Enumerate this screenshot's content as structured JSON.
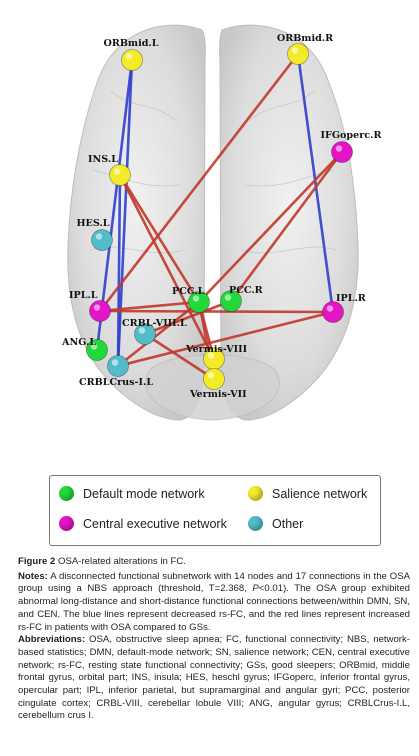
{
  "colors": {
    "default_mode": "#22d93a",
    "salience": "#f3ea2a",
    "central_executive": "#e414c8",
    "other": "#52bdc9",
    "increased": "#c0392b",
    "decreased": "#2f3fcf"
  },
  "nodes": [
    {
      "id": "ORBmid.L",
      "label": "ORBmid.L",
      "network": "salience"
    },
    {
      "id": "ORBmid.R",
      "label": "ORBmid.R",
      "network": "salience"
    },
    {
      "id": "IFGoperc.R",
      "label": "IFGoperc.R",
      "network": "central_executive"
    },
    {
      "id": "INS.L",
      "label": "INS.L",
      "network": "salience"
    },
    {
      "id": "HES.L",
      "label": "HES.L",
      "network": "other"
    },
    {
      "id": "IPL.L",
      "label": "IPL.L",
      "network": "central_executive"
    },
    {
      "id": "PCC.L",
      "label": "PCC.L",
      "network": "default_mode"
    },
    {
      "id": "PCC.R",
      "label": "PCC.R",
      "network": "default_mode"
    },
    {
      "id": "IPL.R",
      "label": "IPL.R",
      "network": "central_executive"
    },
    {
      "id": "CRBL-VIII.L",
      "label": "CRBL-VIII.L",
      "network": "other"
    },
    {
      "id": "ANG.L",
      "label": "ANG.L",
      "network": "default_mode"
    },
    {
      "id": "Vermis-VIII",
      "label": "Vermis-VIII",
      "network": "salience"
    },
    {
      "id": "CRBLCrus-I.L",
      "label": "CRBLCrus-I.L",
      "network": "other"
    },
    {
      "id": "Vermis-VII",
      "label": "Vermis-VII",
      "network": "salience"
    }
  ],
  "edges": [
    {
      "from": "ORBmid.L",
      "to": "CRBLCrus-I.L",
      "type": "decreased"
    },
    {
      "from": "ORBmid.L",
      "to": "ANG.L",
      "type": "decreased"
    },
    {
      "from": "ORBmid.R",
      "to": "IPL.R",
      "type": "decreased"
    },
    {
      "from": "INS.L",
      "to": "CRBLCrus-I.L",
      "type": "decreased"
    },
    {
      "from": "ORBmid.R",
      "to": "IPL.L",
      "type": "increased"
    },
    {
      "from": "INS.L",
      "to": "PCC.L",
      "type": "increased"
    },
    {
      "from": "INS.L",
      "to": "Vermis-VIII",
      "type": "increased"
    },
    {
      "from": "IFGoperc.R",
      "to": "PCC.L",
      "type": "increased"
    },
    {
      "from": "IFGoperc.R",
      "to": "PCC.R",
      "type": "increased"
    },
    {
      "from": "IPL.L",
      "to": "PCC.L",
      "type": "increased"
    },
    {
      "from": "IPL.L",
      "to": "IPL.R",
      "type": "increased"
    },
    {
      "from": "PCC.L",
      "to": "Vermis-VIII",
      "type": "increased"
    },
    {
      "from": "PCC.L",
      "to": "CRBLCrus-I.L",
      "type": "increased"
    },
    {
      "from": "CRBL-VIII.L",
      "to": "PCC.R",
      "type": "increased"
    },
    {
      "from": "CRBLCrus-I.L",
      "to": "IPL.R",
      "type": "increased"
    },
    {
      "from": "CRBL-VIII.L",
      "to": "Vermis-VII",
      "type": "increased"
    },
    {
      "from": "PCC.L",
      "to": "Vermis-VII",
      "type": "increased"
    }
  ],
  "legend": [
    {
      "label": "Default mode network",
      "network": "default_mode"
    },
    {
      "label": "Salience network",
      "network": "salience"
    },
    {
      "label": "Central executive network",
      "network": "central_executive"
    },
    {
      "label": "Other",
      "network": "other"
    }
  ],
  "caption": {
    "figure_label": "Figure 2",
    "title": "OSA-related alterations in FC.",
    "notes_label": "Notes:",
    "notes_part1": "A disconnected functional subnetwork with 14 nodes and 17 connections in the OSA group using a NBS approach (threshold, T=2.368, ",
    "notes_p": "P",
    "notes_part2": "<0.01). The OSA group exhibited abnormal long-distance and short-distance functional connections between/within DMN, SN, and CEN. The blue lines represent decreased rs-FC, and the red lines represent increased rs-FC in patients with OSA compared to GSs.",
    "abbrev_label": "Abbreviations:",
    "abbrev_text": "OSA, obstructive sleep apnea; FC, functional connectivity; NBS, network-based statistics; DMN, default-mode network; SN, salience network; CEN, central executive network; rs-FC, resting state functional connectivity; GSs, good sleepers; ORBmid, middle frontal gyrus, orbital part; INS, insula; HES, heschl gyrus; IFGoperc, inferior frontal gyrus, opercular part; IPL, inferior parietal, but supramarginal and angular gyri; PCC, posterior cingulate cortex; CRBL-VIII, cerebellar lobule VIII; ANG, angular gyrus; CRBLCrus-I.L, cerebellum crus I."
  }
}
